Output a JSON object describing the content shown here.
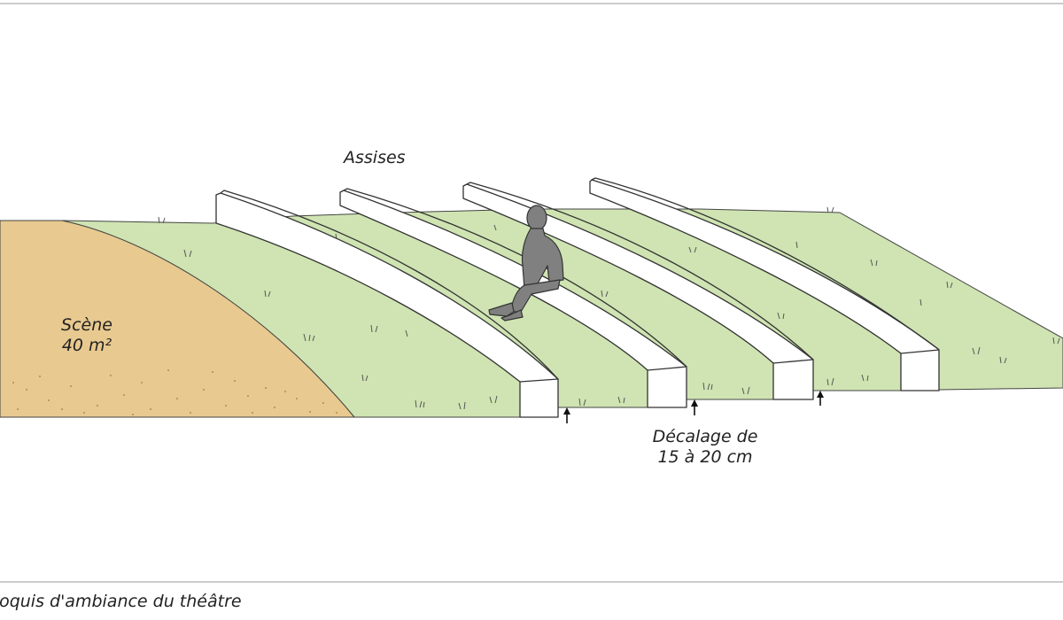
{
  "figure": {
    "labels": {
      "seats": "Assises",
      "stage_line1": "Scène",
      "stage_line2": "40 m²",
      "offset_line1": "Décalage de",
      "offset_line2": "15 à 20 cm"
    },
    "caption": "Croquis d'ambiance du théâtre"
  },
  "colors": {
    "stage_sand": "#e8c98f",
    "grass": "#cfe4b2",
    "bench": "#ffffff",
    "outline": "#333333",
    "person": "#808080",
    "frame_line": "#999999"
  },
  "icons": {
    "offset_marker": "arrow-up-icon",
    "spectator": "seated-person-icon"
  }
}
